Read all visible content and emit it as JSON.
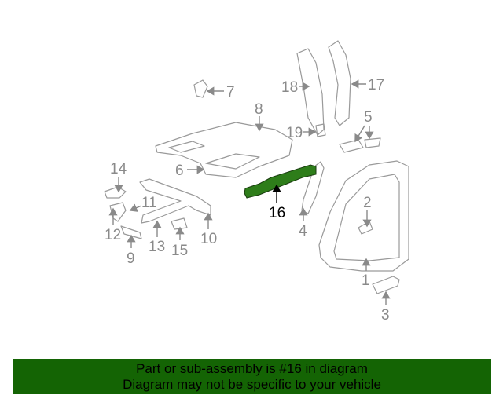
{
  "diagram": {
    "selected_part": "16",
    "highlight_color": "#2e7d1a",
    "labels": [
      "1",
      "2",
      "3",
      "4",
      "5",
      "6",
      "7",
      "8",
      "9",
      "10",
      "11",
      "12",
      "13",
      "14",
      "15",
      "16",
      "17",
      "18",
      "19"
    ]
  },
  "banner": {
    "line1": "Part or sub-assembly is #16 in diagram",
    "line2": "Diagram may not be specific to your vehicle",
    "background": "#146404"
  }
}
